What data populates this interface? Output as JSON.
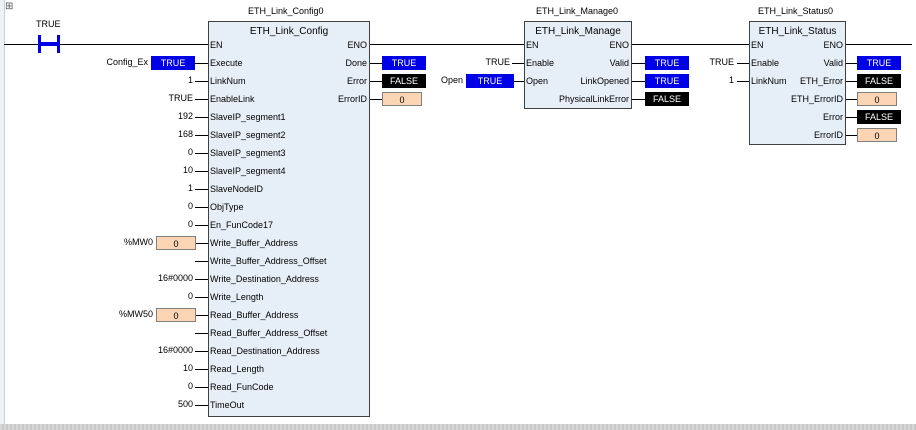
{
  "colors": {
    "true_bg": "#0000e6",
    "false_bg": "#000000",
    "num_bg": "#fcd5b4",
    "block_bg": "#e6eff8"
  },
  "rung": {
    "expand_icon": "⊞",
    "contact_label": "TRUE"
  },
  "config": {
    "instance": "ETH_Link_Config0",
    "type": "ETH_Link_Config",
    "en": "EN",
    "eno": "ENO",
    "inputs": [
      "Execute",
      "LinkNum",
      "EnableLink",
      "SlaveIP_segment1",
      "SlaveIP_segment2",
      "SlaveIP_segment3",
      "SlaveIP_segment4",
      "SlaveNodeID",
      "ObjType",
      "En_FunCode17",
      "Write_Buffer_Address",
      "Write_Buffer_Address_Offset",
      "Write_Destination_Address",
      "Write_Length",
      "Read_Buffer_Address",
      "Read_Buffer_Address_Offset",
      "Read_Destination_Address",
      "Read_Length",
      "Read_FunCode",
      "TimeOut"
    ],
    "input_values": [
      "",
      "1",
      "TRUE",
      "192",
      "168",
      "0",
      "10",
      "1",
      "0",
      "0",
      "",
      "",
      "16#0000",
      "0",
      "",
      "",
      "16#0000",
      "10",
      "0",
      "500"
    ],
    "execute_var": "Config_Ex",
    "execute_val": "TRUE",
    "write_buf_var": "%MW0",
    "write_buf_val": "0",
    "read_buf_var": "%MW50",
    "read_buf_val": "0",
    "outputs": [
      "Done",
      "Error",
      "ErrorID"
    ],
    "output_values": [
      "TRUE",
      "FALSE",
      "0"
    ]
  },
  "manage": {
    "instance": "ETH_Link_Manage0",
    "type": "ETH_Link_Manage",
    "en": "EN",
    "eno": "ENO",
    "inputs": [
      "Enable",
      "Open"
    ],
    "enable_val": "TRUE",
    "open_var": "Open",
    "open_val": "TRUE",
    "outputs": [
      "Valid",
      "LinkOpened",
      "PhysicalLinkError"
    ],
    "output_values": [
      "TRUE",
      "TRUE",
      "FALSE"
    ]
  },
  "status": {
    "instance": "ETH_Link_Status0",
    "type": "ETH_Link_Status",
    "en": "EN",
    "eno": "ENO",
    "inputs": [
      "Enable",
      "LinkNum"
    ],
    "input_values": [
      "TRUE",
      "1"
    ],
    "outputs": [
      "Valid",
      "ETH_Error",
      "ETH_ErrorID",
      "Error",
      "ErrorID"
    ],
    "output_values": [
      "TRUE",
      "FALSE",
      "0",
      "FALSE",
      "0"
    ]
  }
}
